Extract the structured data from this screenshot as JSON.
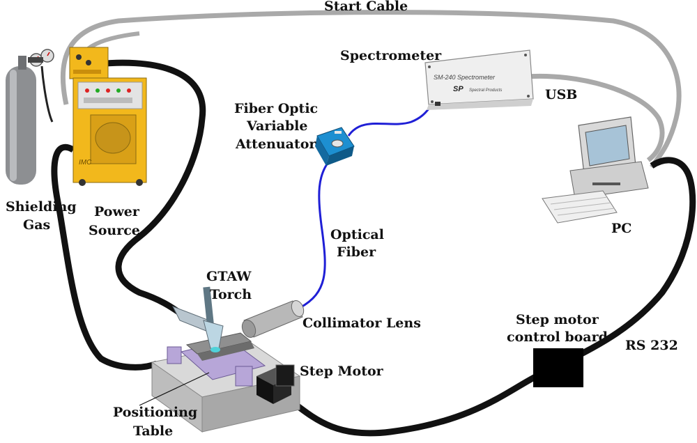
{
  "colors": {
    "cable_black": "#111111",
    "cable_gray": "#a9a9a9",
    "fiber_blue": "#1f1fd6",
    "power_yellow": "#f2b81c",
    "attenuator_blue": "#1d8fd1",
    "table_gray": "#cfcfcf",
    "table_purple": "#b7a6d8",
    "background": "#ffffff"
  },
  "labels": {
    "start_cable": "Start Cable",
    "spectrometer": "Spectrometer",
    "usb": "USB",
    "attenuator": [
      "Fiber Optic",
      "Variable",
      "Attenuator"
    ],
    "shielding_gas": [
      "Shielding",
      "Gas"
    ],
    "power_source": [
      "Power",
      "Source"
    ],
    "pc": "PC",
    "optical_fiber": [
      "Optical",
      "Fiber"
    ],
    "gtaw_torch": [
      "GTAW",
      "Torch"
    ],
    "collimator_lens": "Collimator Lens",
    "step_motor_control_board": [
      "Step motor",
      "control board"
    ],
    "rs232": "RS 232",
    "step_motor": "Step Motor",
    "positioning_table": [
      "Positioning",
      "Table"
    ]
  },
  "device_text": {
    "spectrometer_model": "SM-240 Spectrometer",
    "spectrometer_brand": "SP",
    "spectrometer_brand_sub": "Spectral Products",
    "power_source_brand": "IMC"
  },
  "icons": [
    "gas-cylinder-icon",
    "power-source-icon",
    "spectrometer-icon",
    "attenuator-icon",
    "pc-icon",
    "collimator-lens-icon",
    "gtaw-torch-icon",
    "positioning-table-icon",
    "step-motor-icon",
    "control-board-icon"
  ]
}
